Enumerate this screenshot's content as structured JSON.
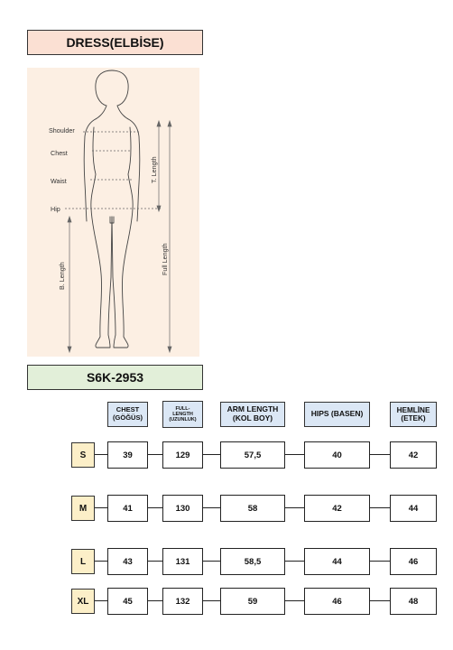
{
  "title": "DRESS(ELBİSE)",
  "product_code": "S6K-2953",
  "figure": {
    "labels": {
      "shoulder": "Shoulder",
      "chest": "Chest",
      "waist": "Waist",
      "hip": "Hip",
      "b_length": "B. Length",
      "t_length": "T. Length",
      "full_length": "Full Length"
    }
  },
  "table": {
    "headers": [
      {
        "line1": "CHEST",
        "line2": "(GÖĞÜS)"
      },
      {
        "line1": "FULL-",
        "line2": "LENGTH",
        "line3": "(UZUNLUK)"
      },
      {
        "line1": "ARM LENGTH",
        "line2": "(KOL BOY)"
      },
      {
        "line1": "HIPS (BASEN)"
      },
      {
        "line1": "HEMLİNE",
        "line2": "(ETEK)"
      }
    ],
    "rows": [
      {
        "size": "S",
        "values": [
          "39",
          "129",
          "57,5",
          "40",
          "42"
        ]
      },
      {
        "size": "M",
        "values": [
          "41",
          "130",
          "58",
          "42",
          "44"
        ]
      },
      {
        "size": "L",
        "values": [
          "43",
          "131",
          "58,5",
          "44",
          "46"
        ]
      },
      {
        "size": "XL",
        "values": [
          "45",
          "132",
          "59",
          "46",
          "48"
        ]
      }
    ]
  },
  "colors": {
    "title_bg": "#fbe0d3",
    "figure_bg": "#fcefe3",
    "code_bg": "#e2efd9",
    "header_bg": "#dbe7f5",
    "size_bg": "#fcefc8"
  }
}
